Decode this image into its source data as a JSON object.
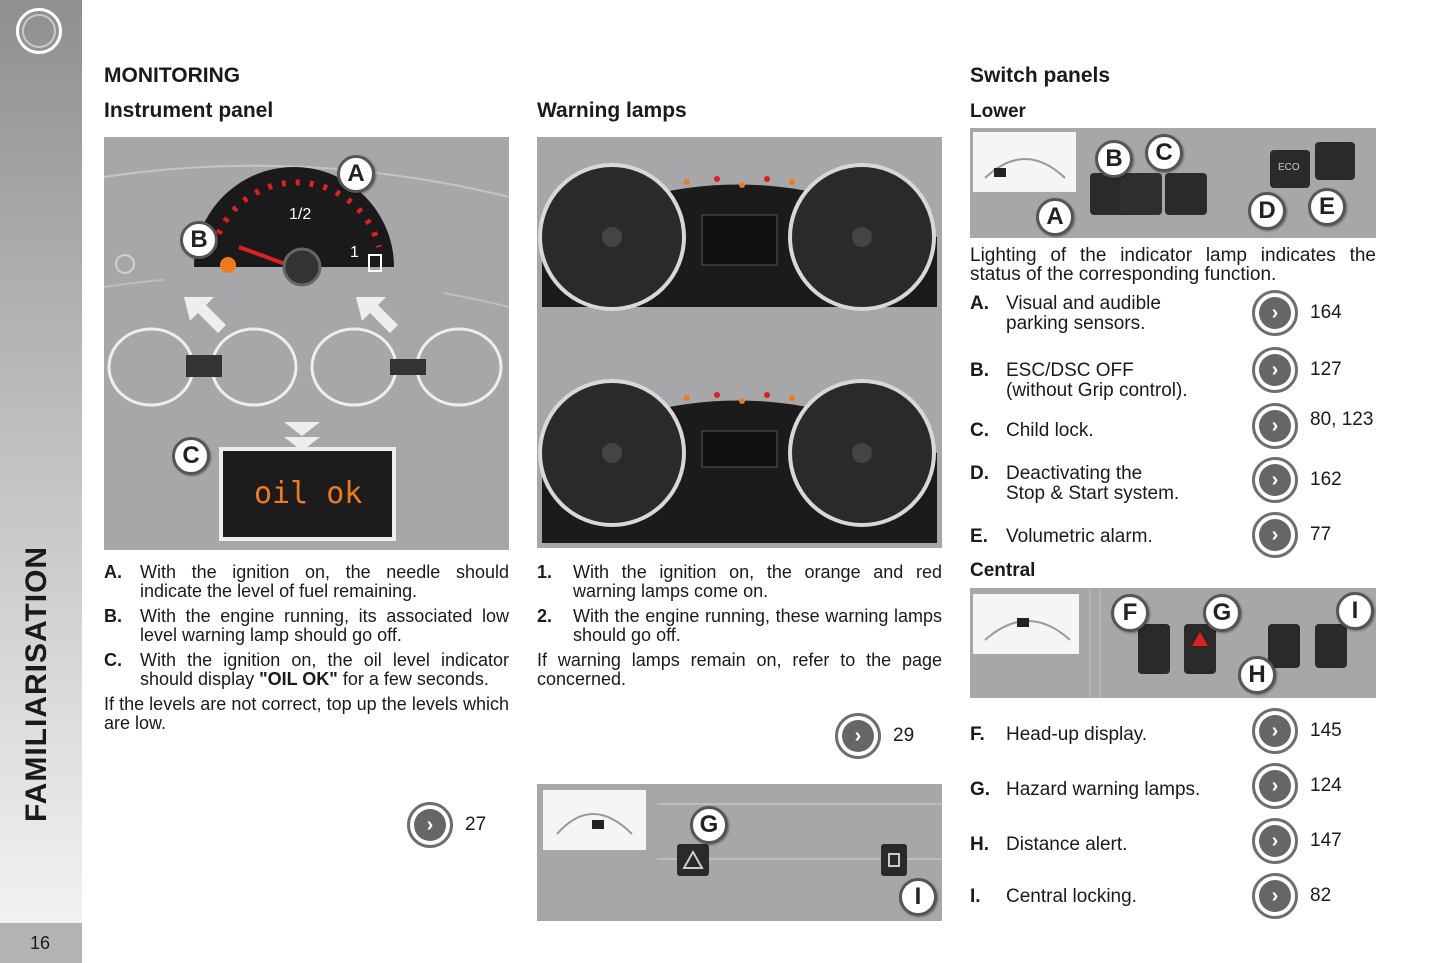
{
  "sidebar": {
    "section_title": "FAMILIARISATION",
    "page_number": "16"
  },
  "left": {
    "title": "MONITORING",
    "subtitle": "Instrument panel",
    "figure": {
      "callouts": [
        "A",
        "B",
        "C"
      ],
      "gauge_marks": [
        "1/2",
        "1"
      ],
      "display_text": "oil ok"
    },
    "items": [
      {
        "label": "A.",
        "text": "With the ignition on, the needle should indicate the level of fuel remaining."
      },
      {
        "label": "B.",
        "text": "With the engine running, its associated low level warning lamp should go off."
      },
      {
        "label": "C.",
        "text_before": "With the ignition on, the oil level indicator should display ",
        "bold": "\"OIL OK\"",
        "text_after": " for a few seconds."
      }
    ],
    "note": "If the levels are not correct, top up the levels which are low.",
    "ref": "27"
  },
  "middle": {
    "title": "Warning lamps",
    "items": [
      {
        "label": "1.",
        "text": "With the ignition on, the orange and red warning lamps come on."
      },
      {
        "label": "2.",
        "text": "With the engine running, these warning lamps should go off."
      }
    ],
    "note": "If warning lamps remain on, refer to the page concerned.",
    "ref": "29",
    "bottom_figure": {
      "callouts": [
        "G",
        "I"
      ]
    }
  },
  "right": {
    "title": "Switch panels",
    "lower_title": "Lower",
    "lower_figure": {
      "callouts": [
        "A",
        "B",
        "C",
        "D",
        "E"
      ],
      "eco_text": "ECO"
    },
    "description": "Lighting of the indicator lamp indicates the status of the corresponding function.",
    "lower_items": [
      {
        "label": "A.",
        "line1": "Visual and audible",
        "line2": "parking sensors.",
        "ref": "164"
      },
      {
        "label": "B.",
        "line1": "ESC/DSC OFF",
        "line2": "(without Grip control).",
        "ref": "127"
      },
      {
        "label": "C.",
        "line1": "Child lock.",
        "line2": "",
        "ref": "80, 123"
      },
      {
        "label": "D.",
        "line1": "Deactivating the",
        "line2": "Stop & Start system.",
        "ref": "162"
      },
      {
        "label": "E.",
        "line1": "Volumetric alarm.",
        "line2": "",
        "ref": "77"
      }
    ],
    "central_title": "Central",
    "central_figure": {
      "callouts": [
        "F",
        "G",
        "H",
        "I"
      ]
    },
    "central_items": [
      {
        "label": "F.",
        "text": "Head-up display.",
        "ref": "145"
      },
      {
        "label": "G.",
        "text": "Hazard warning lamps.",
        "ref": "124"
      },
      {
        "label": "H.",
        "text": "Distance alert.",
        "ref": "147"
      },
      {
        "label": "I.",
        "text": "Central locking.",
        "ref": "82"
      }
    ]
  }
}
